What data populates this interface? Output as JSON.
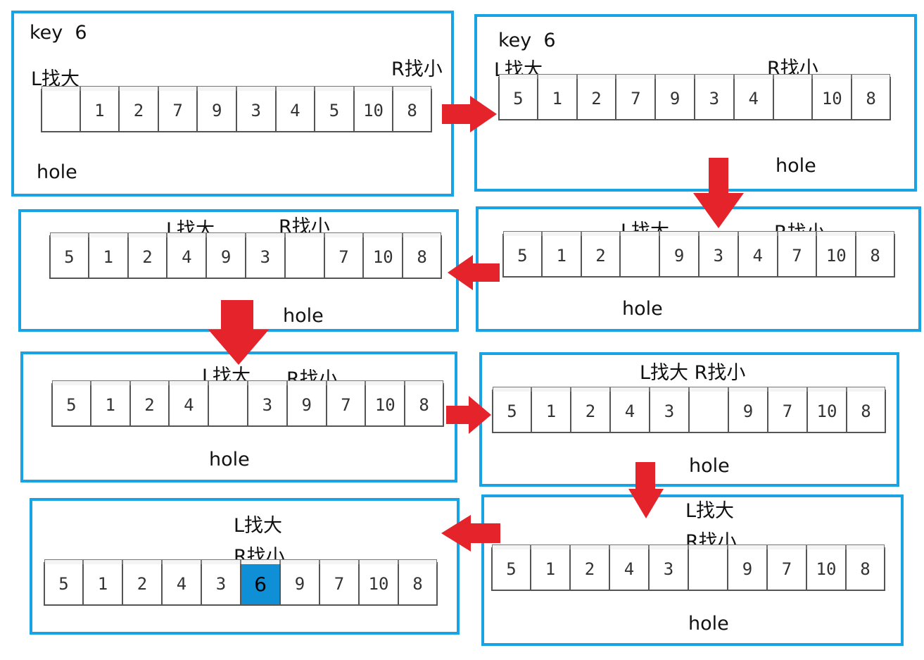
{
  "panels": [
    {
      "key_label": "key  6",
      "l_label": "L找大",
      "r_label": "R找小",
      "hole_label": "hole",
      "cells": [
        "",
        "1",
        "2",
        "7",
        "9",
        "3",
        "4",
        "5",
        "10",
        "8"
      ]
    },
    {
      "key_label": "key  6",
      "l_label": "L找大",
      "r_label": "R找小",
      "hole_label": "hole",
      "cells": [
        "5",
        "1",
        "2",
        "7",
        "9",
        "3",
        "4",
        "",
        "10",
        "8"
      ]
    },
    {
      "l_label": "L找大",
      "r_label": "R找小",
      "hole_label": "hole",
      "cells": [
        "5",
        "1",
        "2",
        "",
        "9",
        "3",
        "4",
        "7",
        "10",
        "8"
      ]
    },
    {
      "l_label": "L找大",
      "r_label": "R找小",
      "hole_label": "hole",
      "cells": [
        "5",
        "1",
        "2",
        "4",
        "9",
        "3",
        "",
        "7",
        "10",
        "8"
      ]
    },
    {
      "l_label": "L找大",
      "r_label": "R找小",
      "hole_label": "hole",
      "cells": [
        "5",
        "1",
        "2",
        "4",
        "",
        "3",
        "9",
        "7",
        "10",
        "8"
      ]
    },
    {
      "lr_label": "L找大 R找小",
      "hole_label": "hole",
      "cells": [
        "5",
        "1",
        "2",
        "4",
        "3",
        "",
        "9",
        "7",
        "10",
        "8"
      ]
    },
    {
      "l_label": "L找大",
      "r_label": "R找小",
      "hole_label": "hole",
      "cells": [
        "5",
        "1",
        "2",
        "4",
        "3",
        "",
        "9",
        "7",
        "10",
        "8"
      ]
    },
    {
      "l_label": "L找大",
      "r_label": "R找小",
      "cells": [
        "5",
        "1",
        "2",
        "4",
        "3",
        "6",
        "9",
        "7",
        "10",
        "8"
      ],
      "highlight_cell_value": "6"
    }
  ],
  "colors": {
    "panel_border": "#1aa3e3",
    "arrow": "#e5232b",
    "highlight": "#0f8fd6"
  }
}
